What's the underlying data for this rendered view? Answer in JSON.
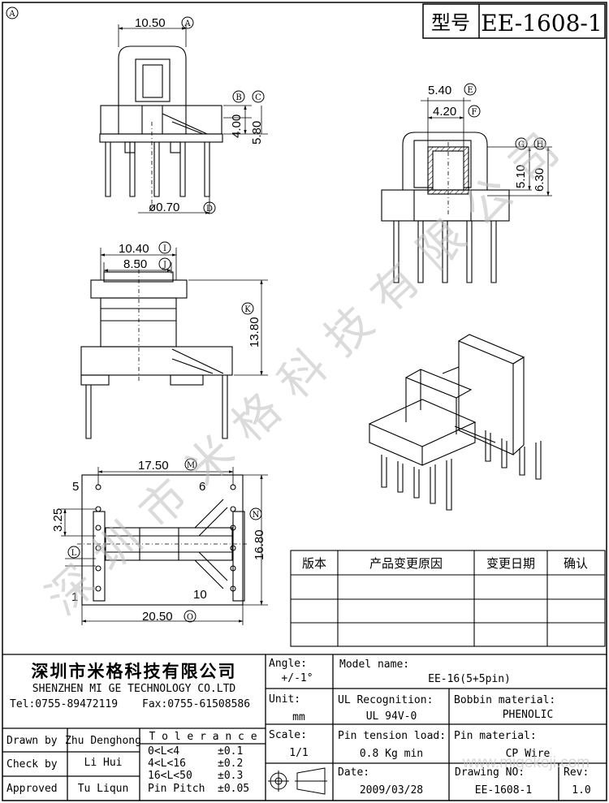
{
  "header": {
    "model_label": "型号",
    "model_value": "EE-1608-1"
  },
  "corner_marker": "A",
  "dimensions": {
    "top_width": "10.50",
    "top_width_tag": "A",
    "b_val": "4.00",
    "b_tag": "B",
    "c_val": "5.80",
    "c_tag": "C",
    "pin_dia": "ø0.70",
    "pin_tag": "D",
    "e_val": "5.40",
    "e_tag": "E",
    "f_val": "4.20",
    "f_tag": "F",
    "g_val": "5.10",
    "g_tag": "G",
    "h_val": "6.30",
    "h_tag": "H",
    "i_val": "10.40",
    "i_tag": "I",
    "j_val": "8.50",
    "j_tag": "J",
    "k_val": "13.80",
    "k_tag": "K",
    "m_val": "17.50",
    "m_tag": "M",
    "n_val": "16.80",
    "n_tag": "N",
    "l_val": "3.25",
    "l_tag": "L",
    "o_val": "20.50",
    "o_tag": "O",
    "pin5": "5",
    "pin6": "6",
    "pin1": "1",
    "pin10": "10"
  },
  "watermark": "深圳市米格科技有限公司",
  "revision_table": {
    "headers": [
      "版本",
      "产品变更原因",
      "变更日期",
      "确认"
    ]
  },
  "company": {
    "name_cn": "深圳市米格科技有限公司",
    "name_en": "SHENZHEN   MI GE TECHNOLOGY   CO.LTD",
    "tel": "Tel:0755-89472119",
    "fax": "Fax:0755-61508586"
  },
  "signoff": [
    {
      "label": "Drawn by",
      "value": "Zhu Denghong"
    },
    {
      "label": "Check by",
      "value": "Li Hui"
    },
    {
      "label": "Approved",
      "value": "Tu Liqun"
    }
  ],
  "tolerance": {
    "title": "T o l e r a n c e",
    "rows": [
      {
        "range": "0<L<4",
        "value": "±0.1"
      },
      {
        "range": "4<L<16",
        "value": "±0.2"
      },
      {
        "range": "16<L<50",
        "value": "±0.3"
      },
      {
        "range": "Pin Pitch",
        "value": "±0.05"
      }
    ]
  },
  "fields": {
    "angle_label": "Angle:",
    "angle_value": "+/-1°",
    "unit_label": "Unit:",
    "unit_value": "mm",
    "scale_label": "Scale:",
    "scale_value": "1/1",
    "model_name_label": "Model name:",
    "model_name_value": "EE-16(5+5pin)",
    "ul_label": "UL Recognition:",
    "ul_value": "UL 94V-0",
    "bobbin_label": "Bobbin material:",
    "bobbin_value": "PHENOLIC",
    "tension_label": "Pin tension load:",
    "tension_value": "0.8 Kg min",
    "pin_mat_label": "Pin material:",
    "pin_mat_value": "CP Wire",
    "date_label": "Date:",
    "date_value": "2009/03/28",
    "drawing_no_label": "Drawing NO:",
    "drawing_no_value": "EE-1608-1",
    "rev_label": "Rev:",
    "rev_value": "1.0"
  },
  "website_watermark": "www.migekeji.com"
}
